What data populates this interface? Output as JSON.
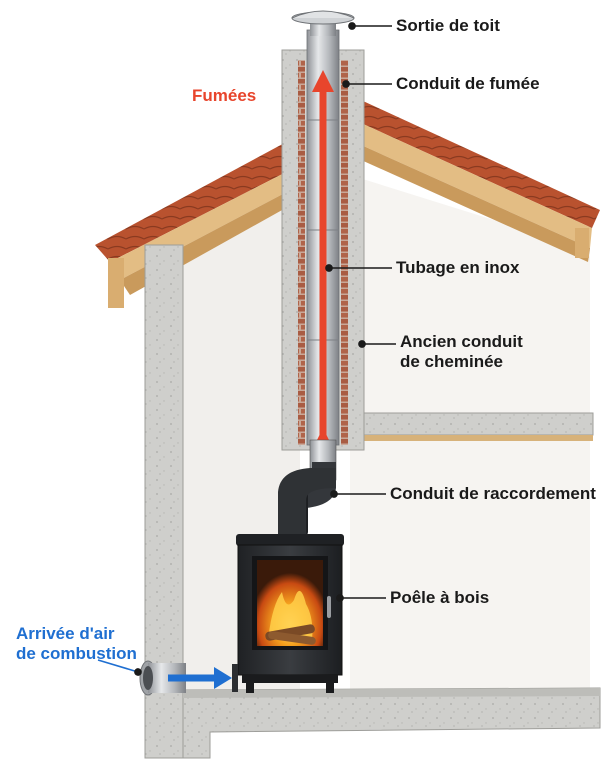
{
  "labels": {
    "roof_exit": "Sortie de toit",
    "flue": "Conduit de fumée",
    "smoke": "Fumées",
    "liner": "Tubage en inox",
    "old_chimney_line1": "Ancien conduit",
    "old_chimney_line2": "de cheminée",
    "connector": "Conduit de raccordement",
    "stove": "Poêle à bois",
    "air_inlet_line1": "Arrivée d'air",
    "air_inlet_line2": "de combustion"
  },
  "colors": {
    "smoke_arrow": "#e8452c",
    "air_arrow": "#1f6fd1",
    "wall_concrete": "#cfcfcc",
    "brick": "#b0644a",
    "roof_tile": "#b9522f",
    "timber": "#e3bd84",
    "steel": "#b9bcc0",
    "stove_body": "#2c2e31",
    "fire": "#f08a1c"
  }
}
